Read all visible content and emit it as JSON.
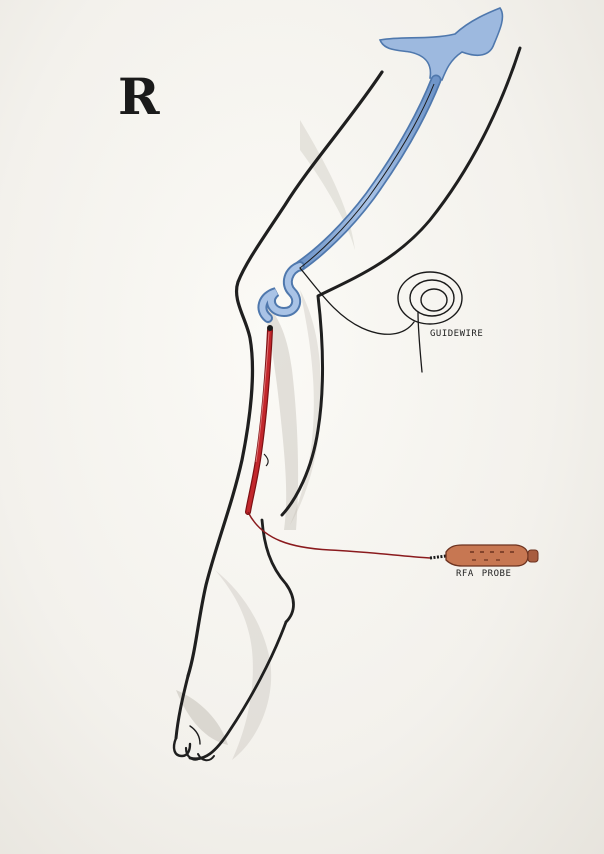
{
  "diagram": {
    "side_label": "R",
    "guidewire_label": "GUIDEWIRE",
    "probe_label_line": [
      "RFA",
      "PROBE"
    ],
    "colors": {
      "paper": "#f6f4ef",
      "outline": "#1f1f1f",
      "vein": "#8fb0d8",
      "vein_dark": "#4f78ad",
      "catheter": "#b11f24",
      "probe_body": "#c77752",
      "wire": "#1a1a1a"
    },
    "icons": {
      "leg": "leg-outline-icon",
      "vein": "great-saphenous-vein-icon",
      "guidewire": "guidewire-coil-icon",
      "probe": "rfa-probe-icon"
    }
  }
}
